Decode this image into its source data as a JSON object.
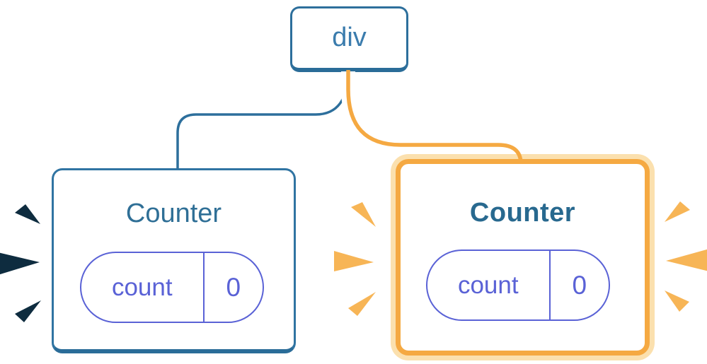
{
  "diagram": {
    "root_node": {
      "label": "div"
    },
    "left_counter": {
      "title": "Counter",
      "state_key": "count",
      "state_value": "0"
    },
    "right_counter": {
      "title": "Counter",
      "state_key": "count",
      "state_value": "0"
    }
  },
  "icons": {
    "left_sparks": "spark-burst-dark",
    "right_sparks": "spark-burst-orange"
  },
  "colors": {
    "background": "#ffffff",
    "node_border_blue": "#2d6f9c",
    "node_text_blue": "#3b7cad",
    "title_blue": "#2f6f96",
    "title_blue_bold": "#28698f",
    "pill_purple": "#5a62d6",
    "highlight_orange": "#f5a942",
    "highlight_peach": "#fbe0ae",
    "spark_orange": "#f7b556",
    "spark_dark": "#0e2c3f",
    "connector_casing": "#ffffff",
    "connector_blue": "#2d6f9c"
  }
}
